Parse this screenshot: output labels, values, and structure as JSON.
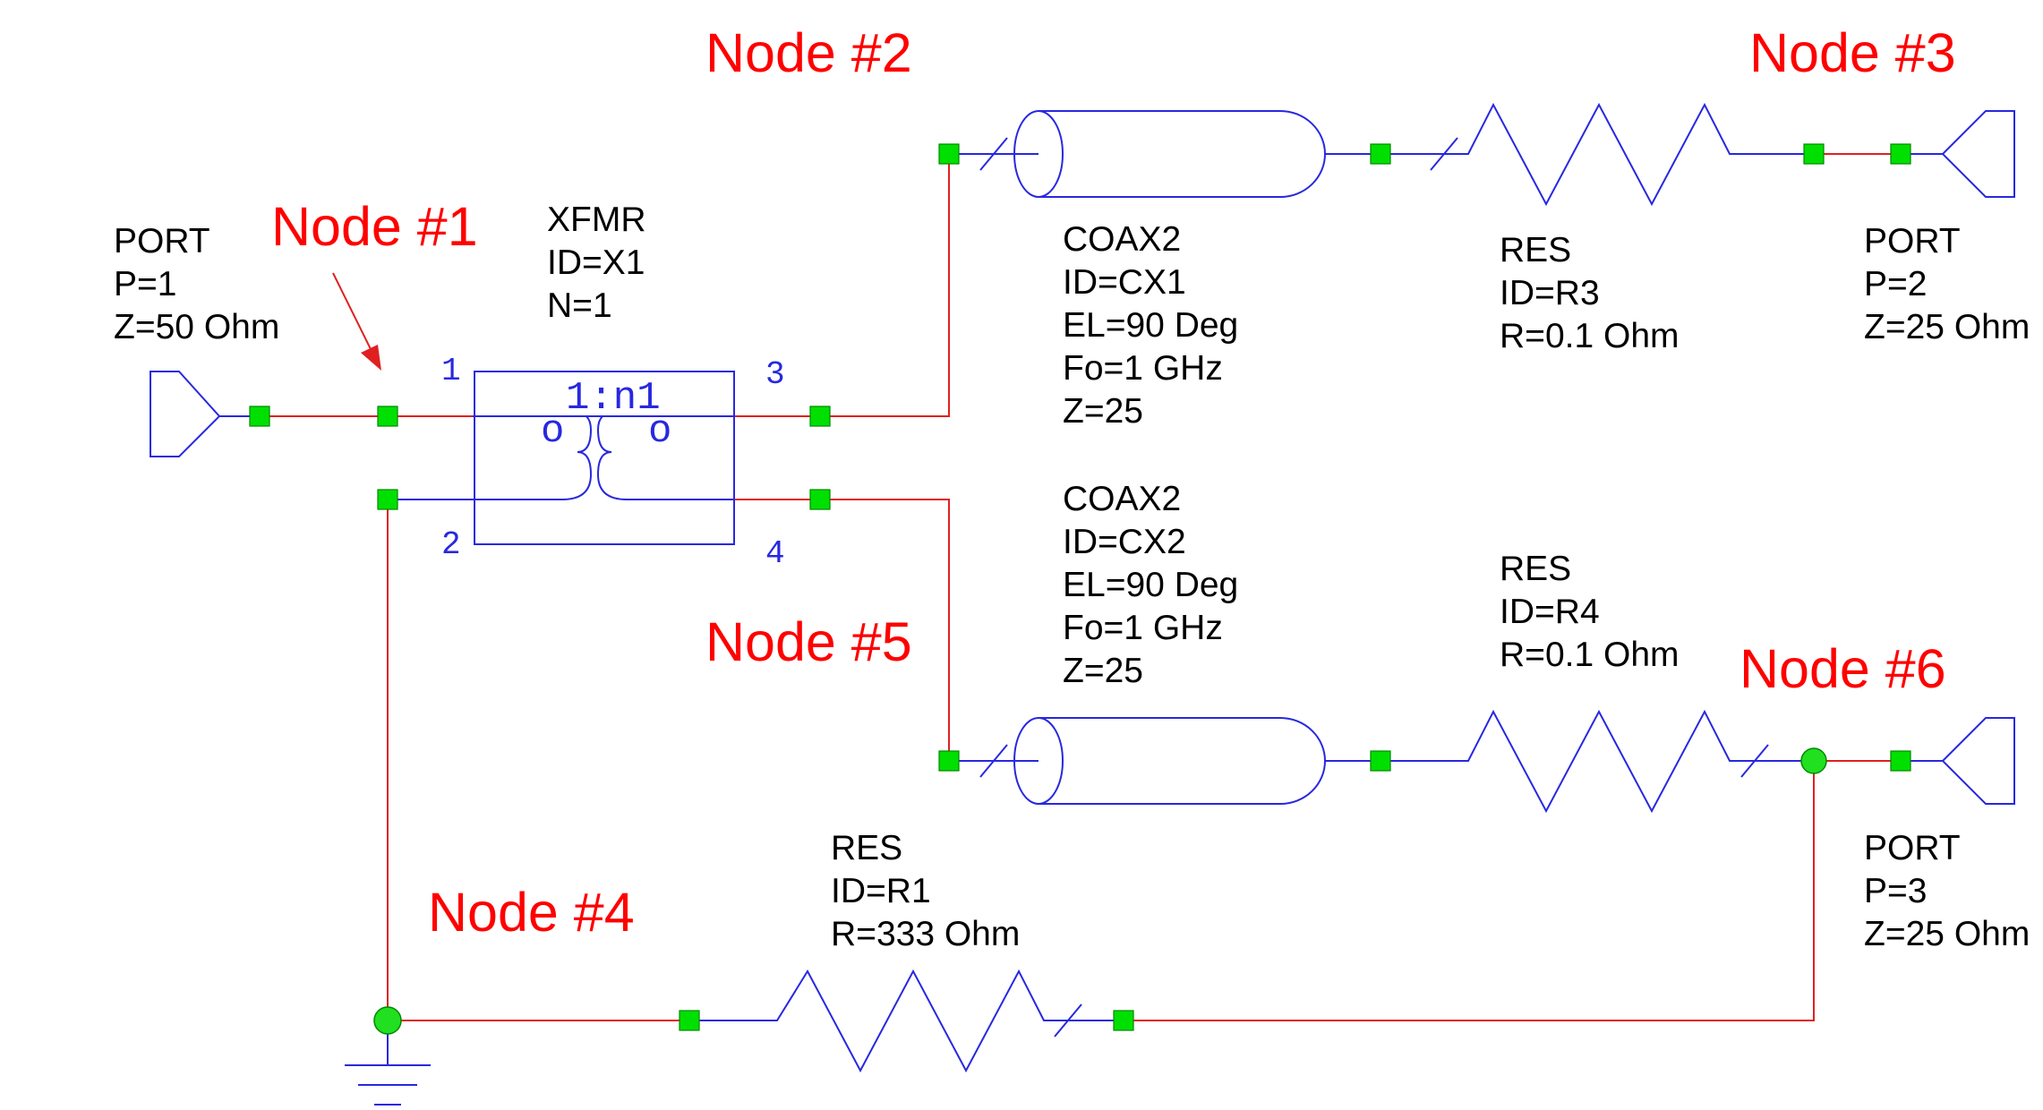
{
  "nodes": {
    "n1": "Node #1",
    "n2": "Node #2",
    "n3": "Node #3",
    "n4": "Node #4",
    "n5": "Node #5",
    "n6": "Node #6"
  },
  "xfmr": {
    "type": "XFMR",
    "id": "ID=X1",
    "n": "N=1",
    "ratio": "1:n1",
    "dot_left": "o",
    "dot_right": "o",
    "pins": [
      "1",
      "2",
      "3",
      "4"
    ]
  },
  "port1": {
    "type": "PORT",
    "p": "P=1",
    "z": "Z=50 Ohm"
  },
  "port2": {
    "type": "PORT",
    "p": "P=2",
    "z": "Z=25 Ohm"
  },
  "port3": {
    "type": "PORT",
    "p": "P=3",
    "z": "Z=25 Ohm"
  },
  "coax1": {
    "type": "COAX2",
    "id": "ID=CX1",
    "el": "EL=90 Deg",
    "fo": "Fo=1 GHz",
    "z": "Z=25"
  },
  "coax2": {
    "type": "COAX2",
    "id": "ID=CX2",
    "el": "EL=90 Deg",
    "fo": "Fo=1 GHz",
    "z": "Z=25"
  },
  "res1": {
    "type": "RES",
    "id": "ID=R1",
    "r": "R=333 Ohm"
  },
  "res3": {
    "type": "RES",
    "id": "ID=R3",
    "r": "R=0.1 Ohm"
  },
  "res4": {
    "type": "RES",
    "id": "ID=R4",
    "r": "R=0.1 Ohm"
  },
  "colors": {
    "wire": "#e02020",
    "component": "#2828e0",
    "pin": "#00e000",
    "node_label": "#ff0000"
  }
}
